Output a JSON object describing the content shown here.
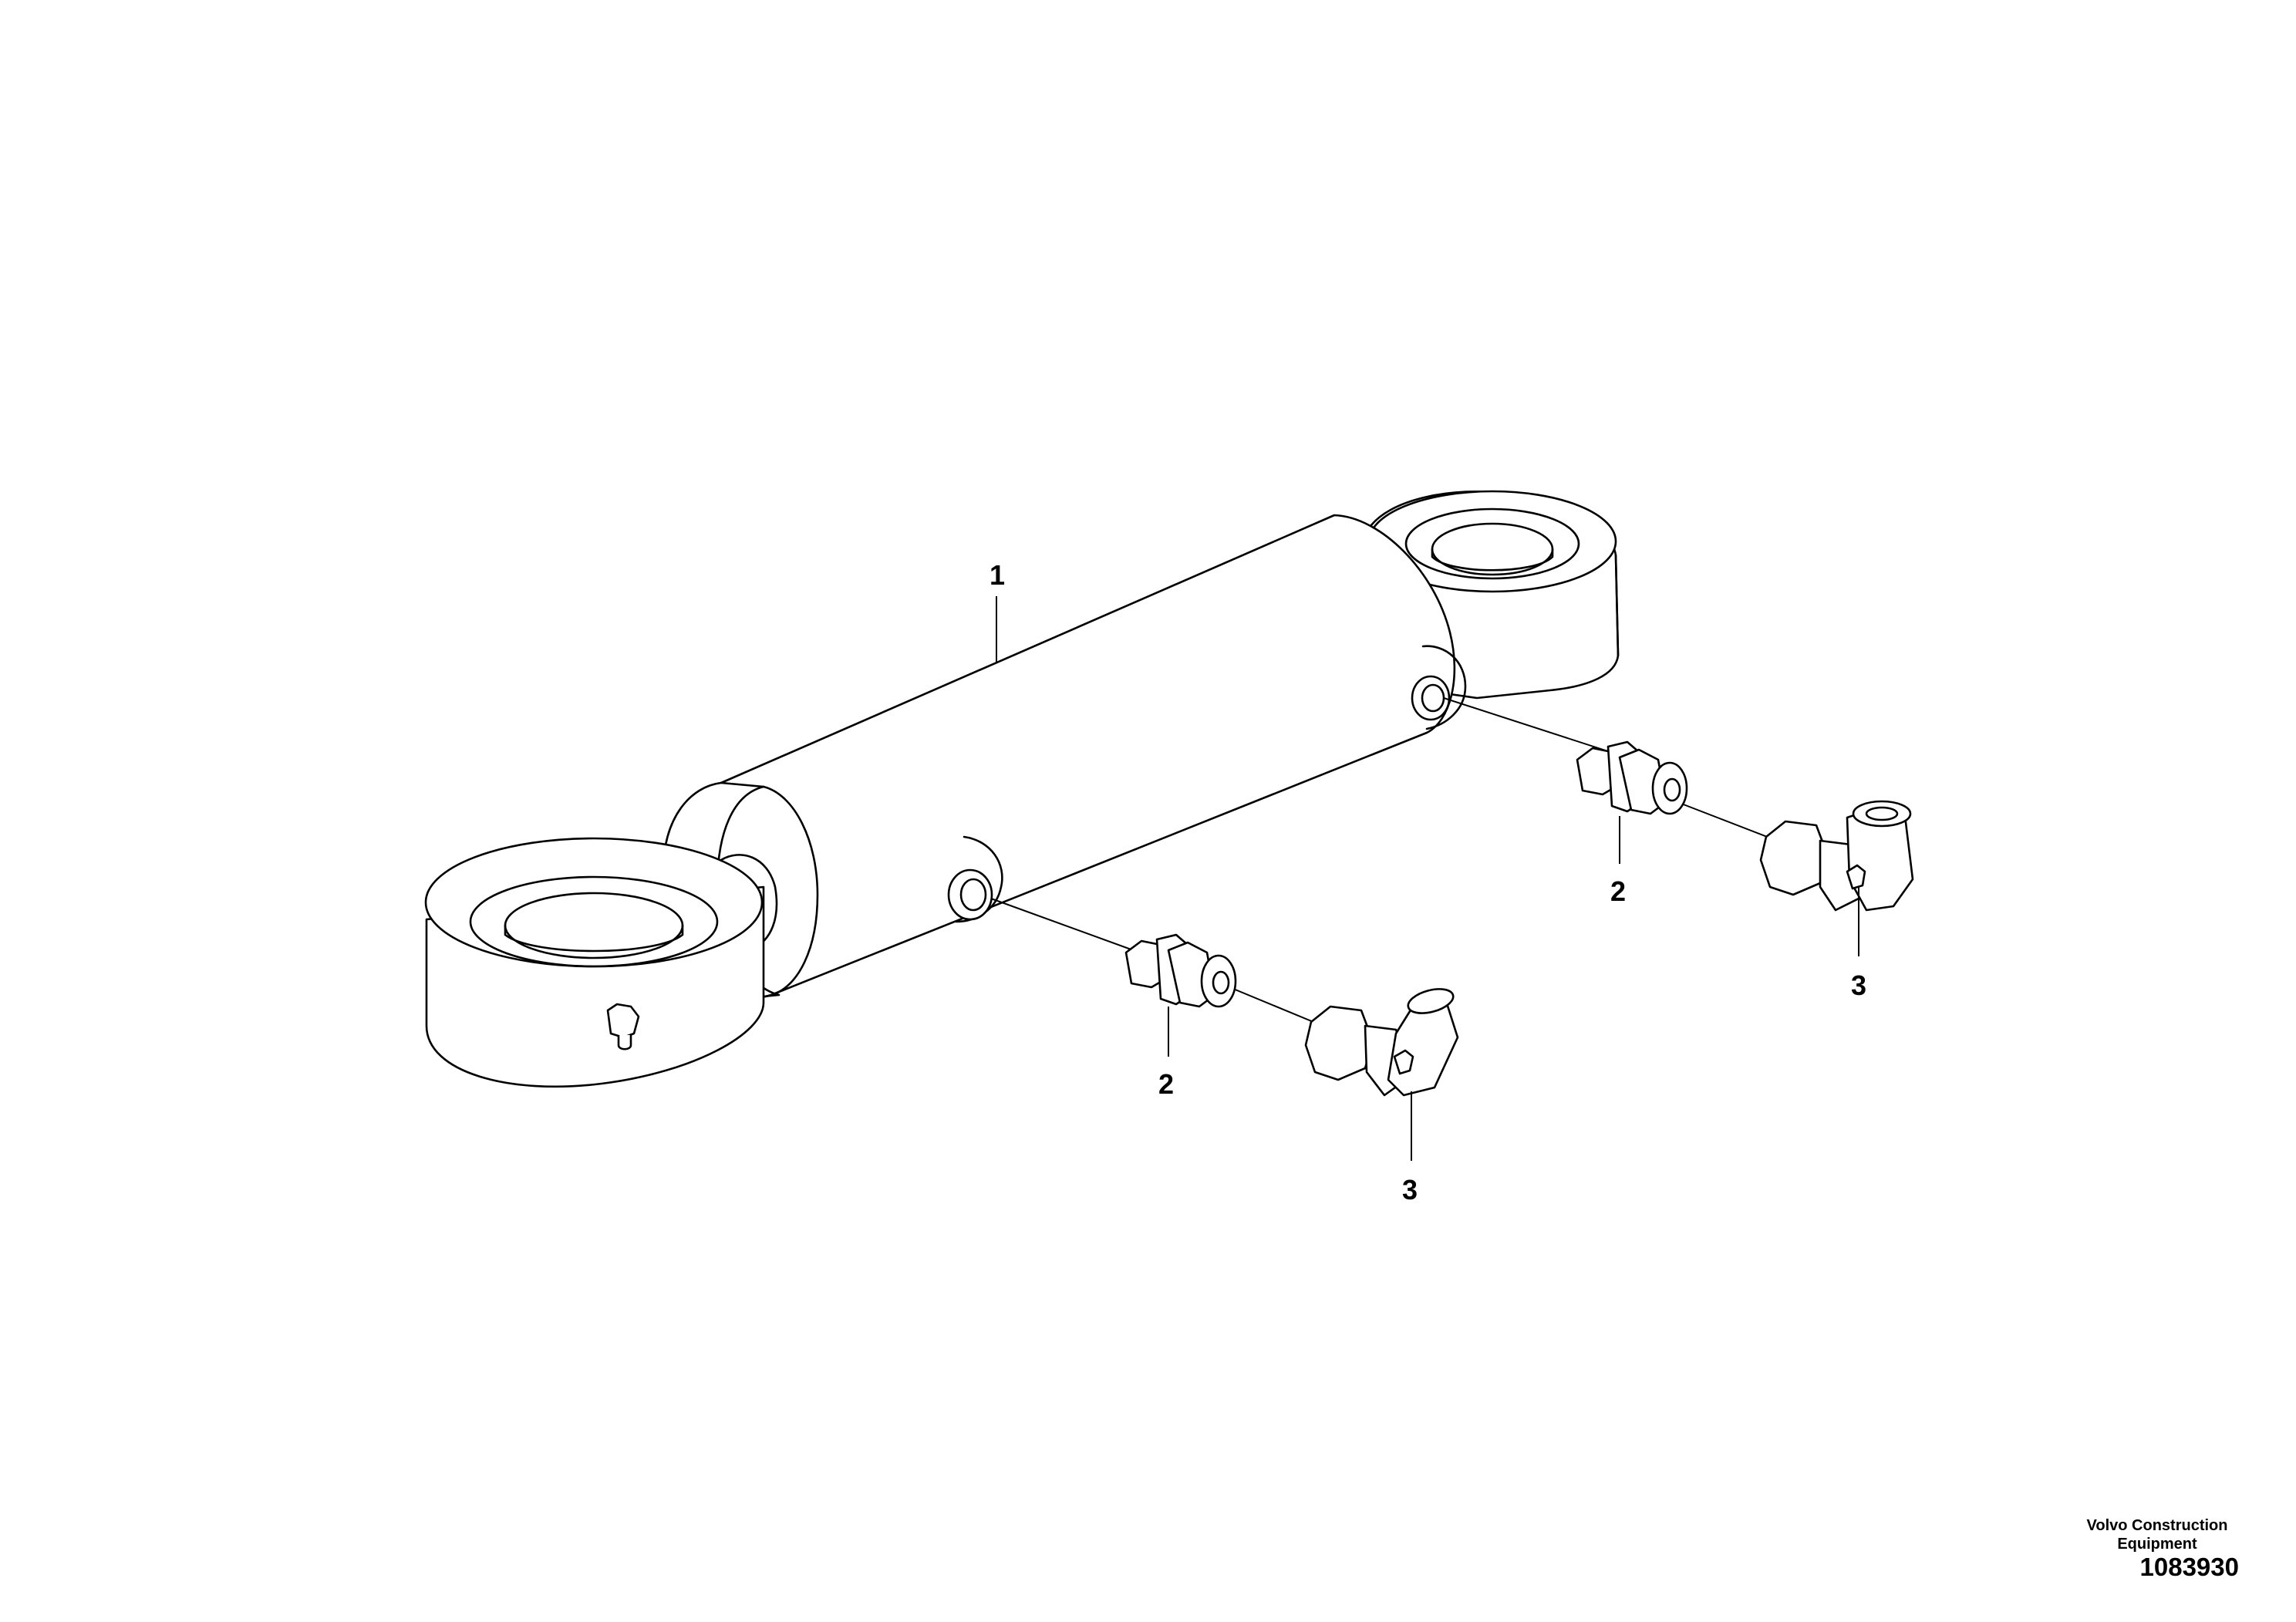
{
  "callouts": [
    {
      "id": "cylinder",
      "label": "1"
    },
    {
      "id": "adapter-upper",
      "label": "2"
    },
    {
      "id": "elbow-upper",
      "label": "3"
    },
    {
      "id": "adapter-lower",
      "label": "2"
    },
    {
      "id": "elbow-lower",
      "label": "3"
    }
  ],
  "footer": {
    "brand_line1": "Volvo Construction",
    "brand_line2": "Equipment",
    "doc_number": "1083930"
  },
  "colors": {
    "ink": "#000000",
    "paper": "#ffffff"
  }
}
